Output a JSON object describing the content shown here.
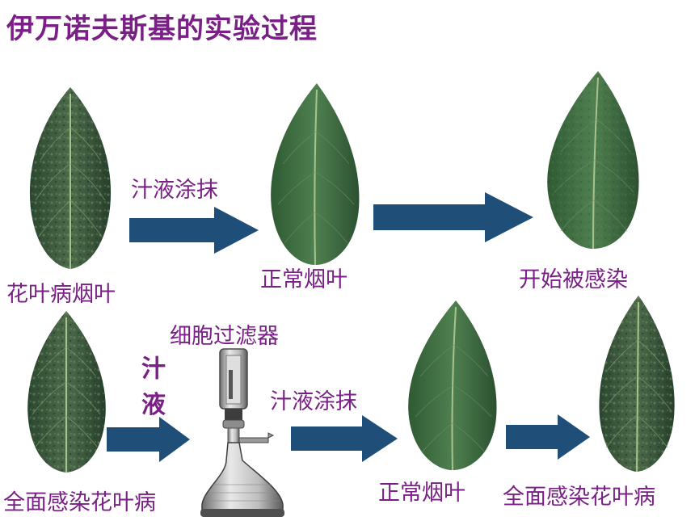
{
  "title": "伊万诺夫斯基的实验过程",
  "row1": {
    "leaf1_label": "花叶病烟叶",
    "arrow1_label": "汁液涂抹",
    "leaf2_label": "正常烟叶",
    "leaf3_label": "开始被感染"
  },
  "row2": {
    "leaf1_label": "全面感染花叶病",
    "arrow1_label": "汁\n液",
    "filter_label": "细胞过滤器",
    "arrow2_label": "汁液涂抹",
    "leaf2_label": "正常烟叶",
    "leaf3_label": "全面感染花叶病"
  },
  "colors": {
    "title": "#7a1f86",
    "arrow": "#1f4e79",
    "leaf_healthy": "#4a7a45",
    "leaf_diseased": "#3f5f3c"
  }
}
